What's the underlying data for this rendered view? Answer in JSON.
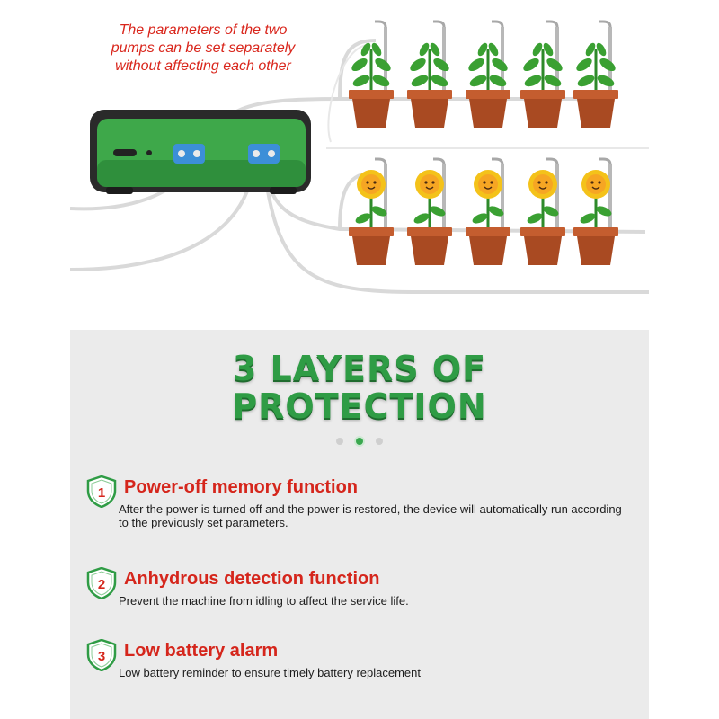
{
  "caption": {
    "lines": [
      "The parameters of the two",
      "pumps can be set separately",
      "without affecting each other"
    ]
  },
  "headline": {
    "line1": "3 LAYERS OF",
    "line2": "PROTECTION"
  },
  "carousel": {
    "dot_count": 3,
    "active_index": 1
  },
  "features": [
    {
      "number": "1",
      "title": "Power-off memory function",
      "description": "After the power is turned off and the power is restored, the device will automatically run according to the previously set parameters."
    },
    {
      "number": "2",
      "title": "Anhydrous detection function",
      "description": "Prevent the machine from idling to affect the service life."
    },
    {
      "number": "3",
      "title": "Low battery alarm",
      "description": "Low battery reminder to ensure timely battery replacement"
    }
  ],
  "colors": {
    "accent_red": "#d5261c",
    "headline_green": "#2f9c45",
    "device_green": "#3ea84a",
    "panel_gray": "#ebebeb",
    "pot_brown": "#b5522a"
  }
}
